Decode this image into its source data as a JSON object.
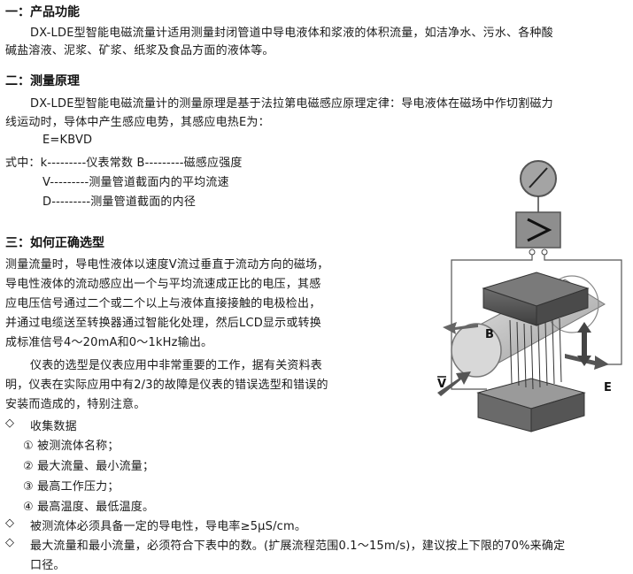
{
  "sections": {
    "s1": {
      "heading": "一：产品功能",
      "lines": [
        "DX-LDE型智能电磁流量计适用测量封闭管道中导电液体和浆液的体积流量，如洁净水、污水、各种酸",
        "碱盐溶液、泥浆、矿浆、纸浆及食品方面的液体等。"
      ]
    },
    "s2": {
      "heading": "二：测量原理",
      "lines": [
        "DX-LDE型智能电磁流量计的测量原理是基于法拉第电磁感应原理定律：导电液体在磁场中作切割磁力",
        "线运动时，导体中产生感应电势，其感应电热E为："
      ],
      "formula": "E=KBVD",
      "defs": [
        "式中：k---------仪表常数  B---------磁感应强度",
        "V---------测量管道截面内的平均流速",
        "D---------测量管道截面的内径"
      ]
    },
    "s3": {
      "heading": "三：如何正确选型",
      "lines": [
        "测量流量时，导电性液体以速度V流过垂直于流动方向的磁场，",
        "导电性液体的流动感应出一个与平均流速成正比的电压，其感",
        "应电压信号通过二个或二个以上与液体直接接触的电极检出，",
        "并通过电缆送至转换器通过智能化处理，然后LCD显示或转换",
        "成标准信号4～20mA和0～1kHz输出。",
        "仪表的选型是仪表应用中非常重要的工作，据有关资料表",
        "明，仪表在实际应用中有2/3的故障是仪表的错误选型和错误的",
        "安装而造成的，特别注意。"
      ],
      "bullets": [
        {
          "mark": "◇",
          "text": "收集数据"
        },
        {
          "mark": "◇",
          "text": "被测流体必须具备一定的导电性，导电率≥5μS/cm。"
        },
        {
          "mark": "◇",
          "text": "最大流量和最小流量，必须符合下表中的数。(扩展流程范围0.1～15m/s)，建议按上下限的70%来确定"
        }
      ],
      "subitems": [
        "① 被测流体名称；",
        "② 最大流量、最小流量；",
        "③ 最高工作压力；",
        "④ 最高温度、最低温度。"
      ],
      "continuation": "口径。"
    }
  },
  "diagram": {
    "label_b": "B",
    "label_v": "V",
    "label_e": "E",
    "colors": {
      "box": "#8c8c8c",
      "gauge": "#9a9a9a",
      "magnet": "#5a5a5a",
      "pipe": "#c8c8c8",
      "arrow": "#4a4a4a"
    }
  }
}
